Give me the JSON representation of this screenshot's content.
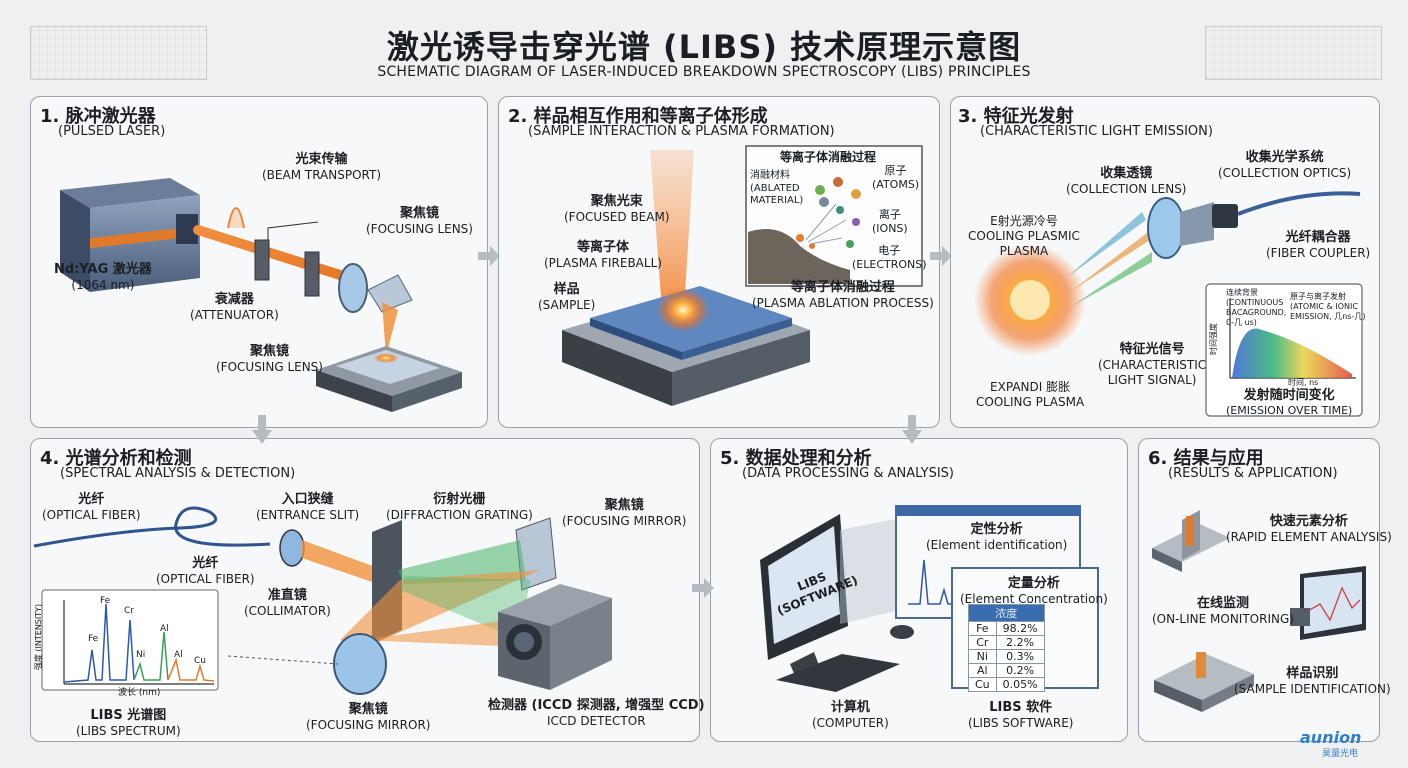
{
  "header": {
    "title": "激光诱导击穿光谱 (LIBS) 技术原理示意图",
    "subtitle": "SCHEMATIC DIAGRAM OF LASER-INDUCED BREAKDOWN SPECTROSCOPY (LIBS) PRINCIPLES"
  },
  "p1": {
    "heading": "1. 脉冲激光器",
    "sub": "(PULSED LASER)",
    "beam_cn": "光束传输",
    "beam_en": "(BEAM TRANSPORT)",
    "lens_cn": "聚焦镜",
    "lens_en": "(FOCUSING LENS)",
    "laser_cn": "Nd:YAG 激光器",
    "laser_en": "(1064 nm)",
    "att_cn": "衰减器",
    "att_en": "(ATTENUATOR)",
    "lens2_cn": "聚焦镜",
    "lens2_en": "(FOCUSING LENS)"
  },
  "p2": {
    "heading": "2. 样品相互作用和等离子体形成",
    "sub": "(SAMPLE INTERACTION & PLASMA FORMATION)",
    "beam_cn": "聚焦光束",
    "beam_en": "(FOCUSED BEAM)",
    "fire_cn": "等离子体",
    "fire_en": "(PLASMA FIREBALL)",
    "sample_cn": "样品",
    "sample_en": "(SAMPLE)",
    "inset_title": "等离子体消融过程",
    "abl_cn": "消融材料",
    "abl_en1": "(ABLATED",
    "abl_en2": "MATERIAL)",
    "atoms_cn": "原子",
    "atoms_en": "(ATOMS)",
    "ions_cn": "离子",
    "ions_en": "(IONS)",
    "elec_cn": "电子",
    "elec_en": "(ELECTRONS)",
    "proc_cn": "等离子体消融过程",
    "proc_en": "(PLASMA ABLATION PROCESS)"
  },
  "p3": {
    "heading": "3. 特征光发射",
    "sub": "(CHARACTERISTIC LIGHT EMISSION)",
    "cool_cn": "E射光源冷号",
    "cool_en1": "COOLING PLASMIC",
    "cool_en2": "PLASMA",
    "lens_cn": "收集透镜",
    "lens_en": "(COLLECTION LENS)",
    "optics_cn": "收集光学系统",
    "optics_en": "(COLLECTION OPTICS)",
    "fc_cn": "光纤耦合器",
    "fc_en": "(FIBER COUPLER)",
    "sig_cn": "特征光信号",
    "sig_en1": "(CHARACTERISTIC",
    "sig_en2": "LIGHT SIGNAL)",
    "exp_cn": "EXPANDI 膨胀",
    "exp_en": "COOLING PLASMA",
    "cont_cn": "连续背景",
    "cont_en1": "(CONTINUOUS",
    "cont_en2": "BACAGROUND,",
    "cont_en3": "0-几 us)",
    "ionic_cn": "原子与离子发射",
    "ionic_en1": "(ATOMIC & IONIC",
    "ionic_en2": "EMISSION, 几ns-几)",
    "yaxis": "时间强度",
    "xaxis": "时间, ns",
    "emit_cn": "发射随时间变化",
    "emit_en": "(EMISSION OVER TIME)"
  },
  "p4": {
    "heading": "4. 光谱分析和检测",
    "sub": "(SPECTRAL ANALYSIS & DETECTION)",
    "fiber_cn": "光纤",
    "fiber_en": "(OPTICAL FIBER)",
    "fiber2_cn": "光纤",
    "fiber2_en": "(OPTICAL FIBER)",
    "slit_cn": "入口狭缝",
    "slit_en": "(ENTRANCE SLIT)",
    "grating_cn": "衍射光栅",
    "grating_en": "(DIFFRACTION GRATING)",
    "fm_cn": "聚焦镜",
    "fm_en": "(FOCUSING MIRROR)",
    "coll_cn": "准直镜",
    "coll_en": "(COLLIMATOR)",
    "fm2_cn": "聚焦镜",
    "fm2_en": "(FOCUSING MIRROR)",
    "det_cn": "检测器 (ICCD 探测器, 增强型 CCD)",
    "det_en": "ICCD DETECTOR",
    "spec_cn": "LIBS 光谱图",
    "spec_en": "(LIBS SPECTRUM)",
    "yaxis": "强度 (INTENSITY)",
    "xaxis": "波长 (nm)",
    "peaks": [
      "Fe",
      "Fe",
      "Cr",
      "Ni",
      "Al",
      "Al",
      "Cu"
    ]
  },
  "p5": {
    "heading": "5. 数据处理和分析",
    "sub": "(DATA PROCESSING & ANALYSIS)",
    "screen1": "LIBS",
    "screen2": "(SOFTWARE)",
    "qual_cn": "定性分析",
    "qual_en": "(Element identification)",
    "quant_cn": "定量分析",
    "quant_en": "(Element Concentration)",
    "table_head": "浓度",
    "rows": [
      [
        "Fe",
        "98.2%"
      ],
      [
        "Cr",
        "2.2%"
      ],
      [
        "Ni",
        "0.3%"
      ],
      [
        "Al",
        "0.2%"
      ],
      [
        "Cu",
        "0.05%"
      ]
    ],
    "comp_cn": "计算机",
    "comp_en": "(COMPUTER)",
    "sw_cn": "LIBS 软件",
    "sw_en": "(LIBS SOFTWARE)"
  },
  "p6": {
    "heading": "6. 结果与应用",
    "sub": "(RESULTS & APPLICATION)",
    "rapid_cn": "快速元素分析",
    "rapid_en": "(RAPID ELEMENT ANALYSIS)",
    "online_cn": "在线监测",
    "online_en": "(ON-LINE MONITORING)",
    "sid_cn": "样品识别",
    "sid_en": "(SAMPLE IDENTIFICATION)"
  },
  "logo": {
    "name": "aunion",
    "cn": "昊量光电"
  }
}
